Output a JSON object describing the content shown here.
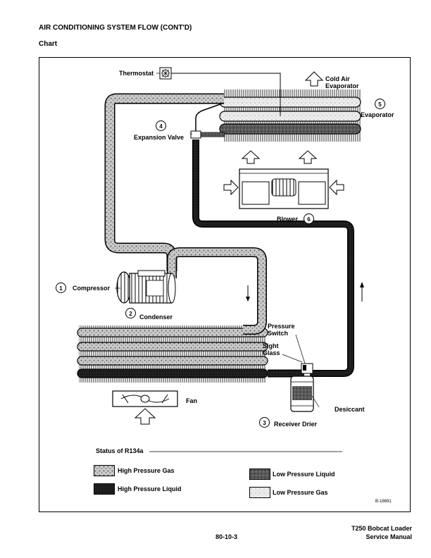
{
  "page": {
    "header_title": "AIR CONDITIONING SYSTEM FLOW (CONT'D)",
    "header_subtitle": "Chart",
    "figure_id": "B-16691",
    "page_number": "80-10-3",
    "footer_line1": "T250 Bobcat Loader",
    "footer_line2": "Service Manual"
  },
  "diagram": {
    "labels": {
      "thermostat": "Thermostat",
      "cold_air_line1": "Cold Air",
      "cold_air_line2": "Evaporator",
      "evaporator": "Evaporator",
      "expansion_valve": "Expansion Valve",
      "blower": "Blower",
      "compressor": "Compressor",
      "condenser": "Condenser",
      "pressure_line1": "Pressure",
      "pressure_line2": "Switch",
      "sight_line1": "Sight",
      "sight_line2": "Glass",
      "fan": "Fan",
      "desiccant": "Desiccant",
      "receiver_drier": "Receiver Drier"
    },
    "numbers": {
      "compressor": "1",
      "condenser": "2",
      "receiver_drier": "3",
      "expansion_valve": "4",
      "evaporator": "5",
      "blower": "6"
    }
  },
  "legend": {
    "title": "Status of R134a",
    "items": [
      {
        "key": "hpg",
        "label": "High Pressure Gas"
      },
      {
        "key": "hpl",
        "label": "High Pressure Liquid"
      },
      {
        "key": "lpl",
        "label": "Low Pressure Liquid"
      },
      {
        "key": "lpg",
        "label": "Low Pressure Gas"
      }
    ]
  }
}
